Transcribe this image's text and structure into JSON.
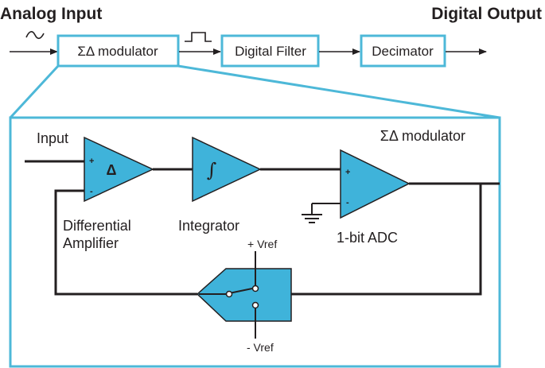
{
  "colors": {
    "accent": "#4db8d8",
    "fill": "#3fb3da",
    "line": "#231f20",
    "background": "#ffffff"
  },
  "header": {
    "input_label": "Analog Input",
    "output_label": "Digital Output"
  },
  "top_chain": {
    "blocks": [
      {
        "label": "ΣΔ modulator"
      },
      {
        "label": "Digital Filter"
      },
      {
        "label": "Decimator"
      }
    ],
    "input_symbol": "sine-wave-icon",
    "pulse_symbol": "square-pulse-icon"
  },
  "modulator": {
    "title": "ΣΔ modulator",
    "input_label": "Input",
    "diff_amp": {
      "symbol": "Δ",
      "plus": "+",
      "minus": "-",
      "label_line1": "Differential",
      "label_line2": "Amplifier"
    },
    "integrator": {
      "symbol": "∫",
      "label": "Integrator"
    },
    "adc": {
      "plus": "+",
      "minus": "-",
      "label": "1-bit ADC"
    },
    "switch": {
      "vref_pos": "+ Vref",
      "vref_neg": "- Vref"
    },
    "ground_symbol": "ground-icon"
  }
}
